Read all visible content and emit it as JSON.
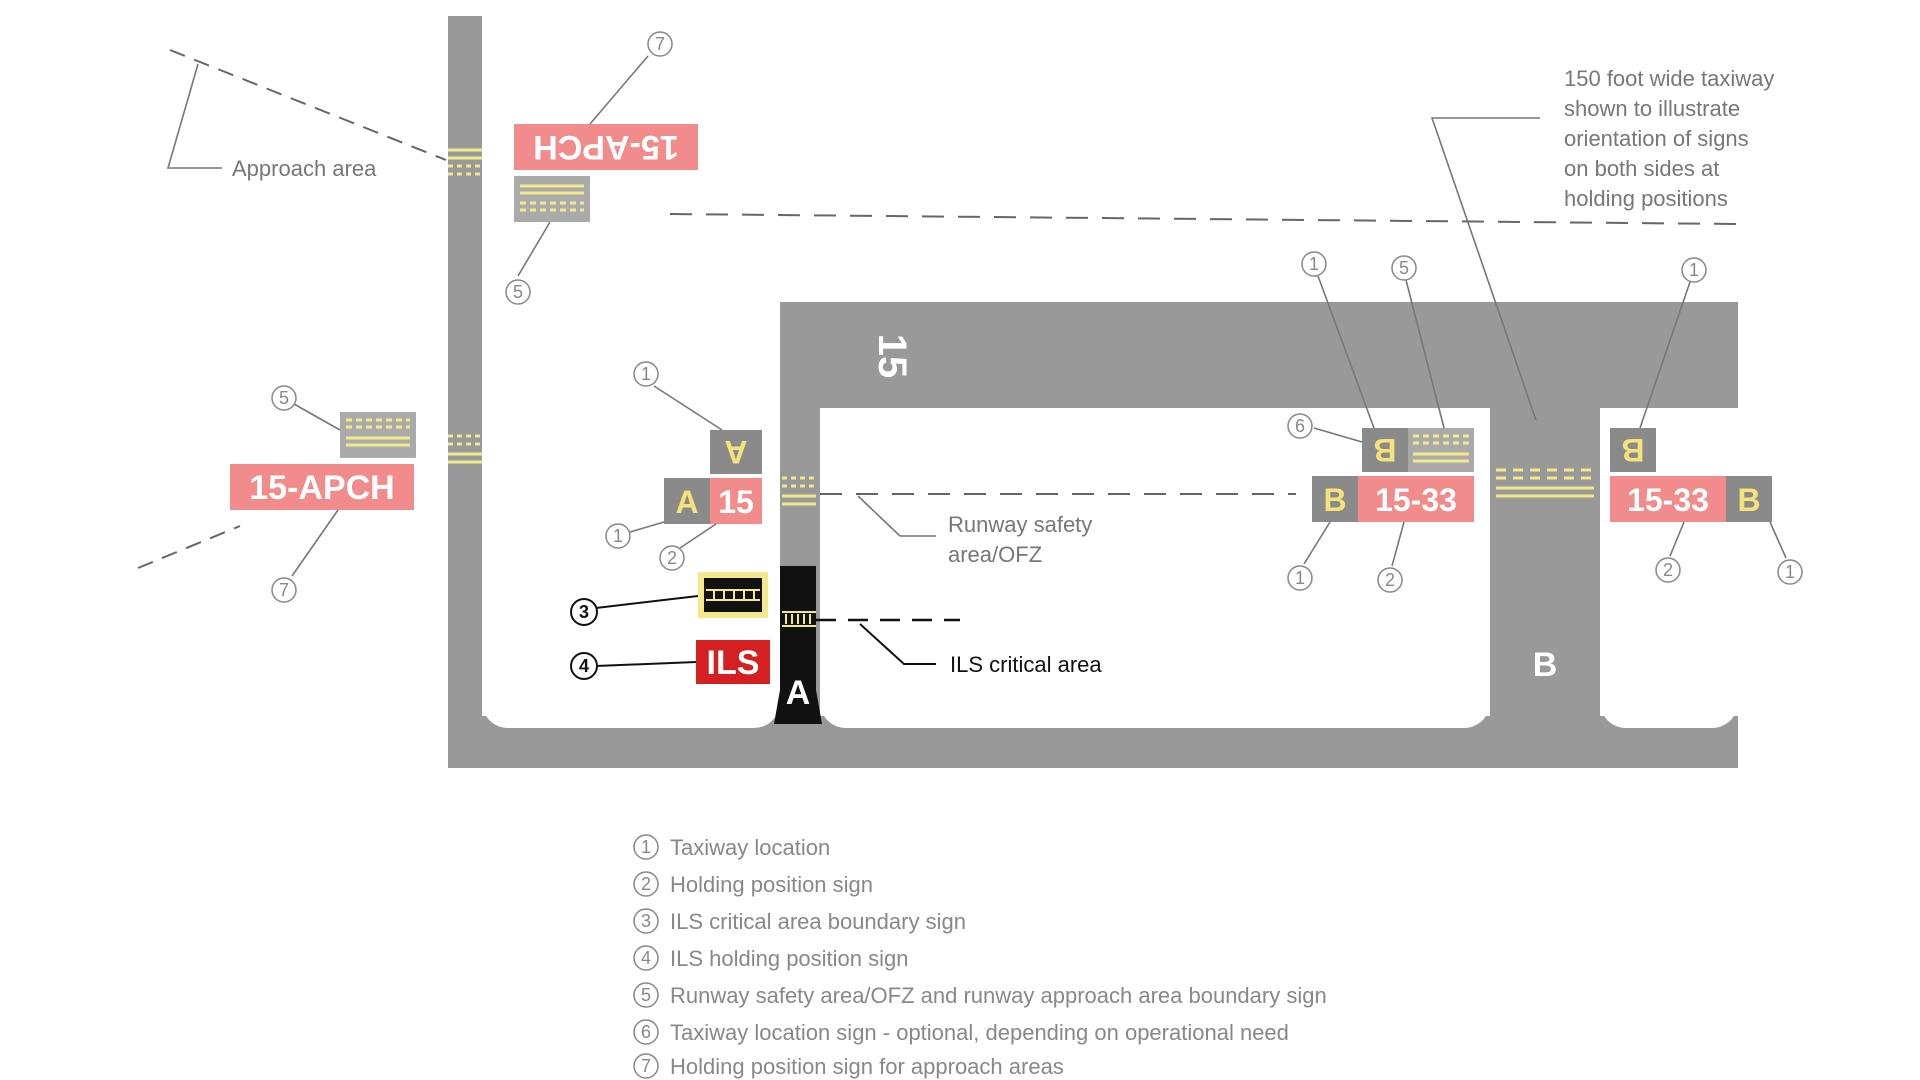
{
  "callouts": {
    "approach_area": "Approach area",
    "wide_taxiway": [
      "150 foot wide taxiway",
      "shown to illustrate",
      "orientation of signs",
      "on both sides at",
      "holding positions"
    ],
    "rsa_ofz": [
      "Runway safety",
      "area/OFZ"
    ],
    "ils_critical": "ILS critical area"
  },
  "signs": {
    "apch_top": "15-APCH",
    "apch_left": "15-APCH",
    "taxiway_a_loc": "A",
    "taxiway_a": "A",
    "runway_15": "15",
    "ils": "ILS",
    "taxiway_b_left_loc": "B",
    "taxiway_b_left": "B",
    "runway_15_33_left": "15-33",
    "taxiway_b_right_loc": "B",
    "runway_15_33_right": "15-33",
    "taxiway_b_right": "B"
  },
  "pavement_labels": {
    "runway": "15",
    "taxiway_a": "A",
    "taxiway_b": "B"
  },
  "number_markers": {
    "n1": "1",
    "n2": "2",
    "n3": "3",
    "n4": "4",
    "n5": "5",
    "n6": "6",
    "n7": "7"
  },
  "legend": [
    {
      "num": "1",
      "text": "Taxiway location"
    },
    {
      "num": "2",
      "text": "Holding position sign"
    },
    {
      "num": "3",
      "text": "ILS critical area boundary sign"
    },
    {
      "num": "4",
      "text": "ILS holding position sign"
    },
    {
      "num": "5",
      "text": "Runway safety area/OFZ and runway approach area boundary sign"
    },
    {
      "num": "6",
      "text": "Taxiway location sign - optional, depending on operational need"
    },
    {
      "num": "7",
      "text": "Holding position sign for approach areas"
    }
  ],
  "colors": {
    "pavement": "#999999",
    "sign_red": "#f28b8b",
    "sign_ils_red": "#d42020",
    "sign_gray": "#8a8a8a",
    "marking_yellow": "#f3e98c",
    "ils_bg": "#111111"
  }
}
